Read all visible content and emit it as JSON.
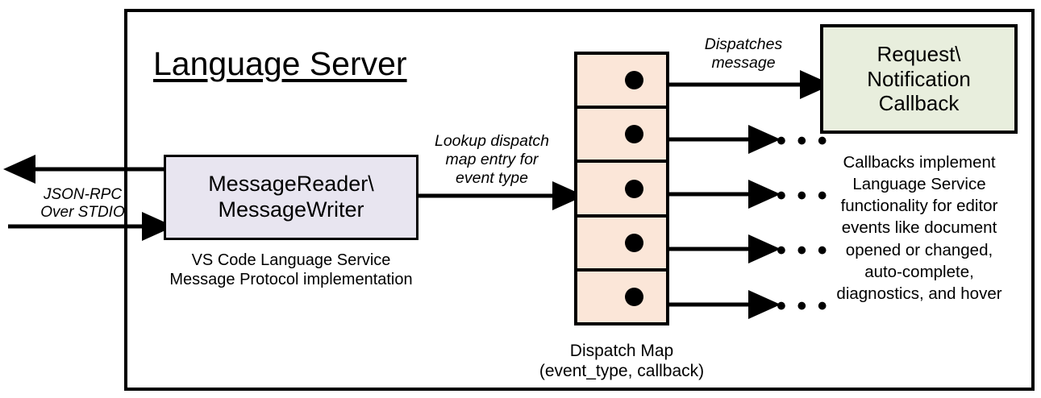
{
  "diagram": {
    "title": "Language Server",
    "frame_label": "language-server-boundary"
  },
  "external_io": {
    "label_line1": "JSON-RPC",
    "label_line2": "Over STDIO",
    "outbound_direction": "left",
    "inbound_direction": "right"
  },
  "message_io": {
    "title_line1": "MessageReader\\",
    "title_line2": "MessageWriter",
    "caption_line1": "VS Code Language Service",
    "caption_line2": "Message Protocol implementation",
    "fill": "#E8E5F0",
    "stroke": "#000000"
  },
  "lookup_edge": {
    "label_line1": "Lookup dispatch",
    "label_line2": "map entry for",
    "label_line3": "event type"
  },
  "dispatch_map": {
    "caption_line1": "Dispatch Map",
    "caption_line2": "(event_type, callback)",
    "fill": "#FBE6D8",
    "stroke": "#000000",
    "cell_count": 5,
    "cells": [
      {
        "index": 1,
        "target": "callback-box",
        "ellipsis": ""
      },
      {
        "index": 2,
        "target": "elided",
        "ellipsis": "• • •"
      },
      {
        "index": 3,
        "target": "elided",
        "ellipsis": "• • •"
      },
      {
        "index": 4,
        "target": "elided",
        "ellipsis": "• • •"
      },
      {
        "index": 5,
        "target": "elided",
        "ellipsis": "• • •"
      }
    ]
  },
  "dispatch_edge": {
    "label_line1": "Dispatches",
    "label_line2": "message"
  },
  "callback": {
    "title_line1": "Request\\",
    "title_line2": "Notification",
    "title_line3": "Callback",
    "fill": "#E8EEDD",
    "stroke": "#000000",
    "caption_line1": "Callbacks implement",
    "caption_line2": "Language Service",
    "caption_line3": "functionality for editor",
    "caption_line4": "events like document",
    "caption_line5": "opened or changed,",
    "caption_line6": "auto-complete,",
    "caption_line7": "diagnostics, and hover"
  }
}
